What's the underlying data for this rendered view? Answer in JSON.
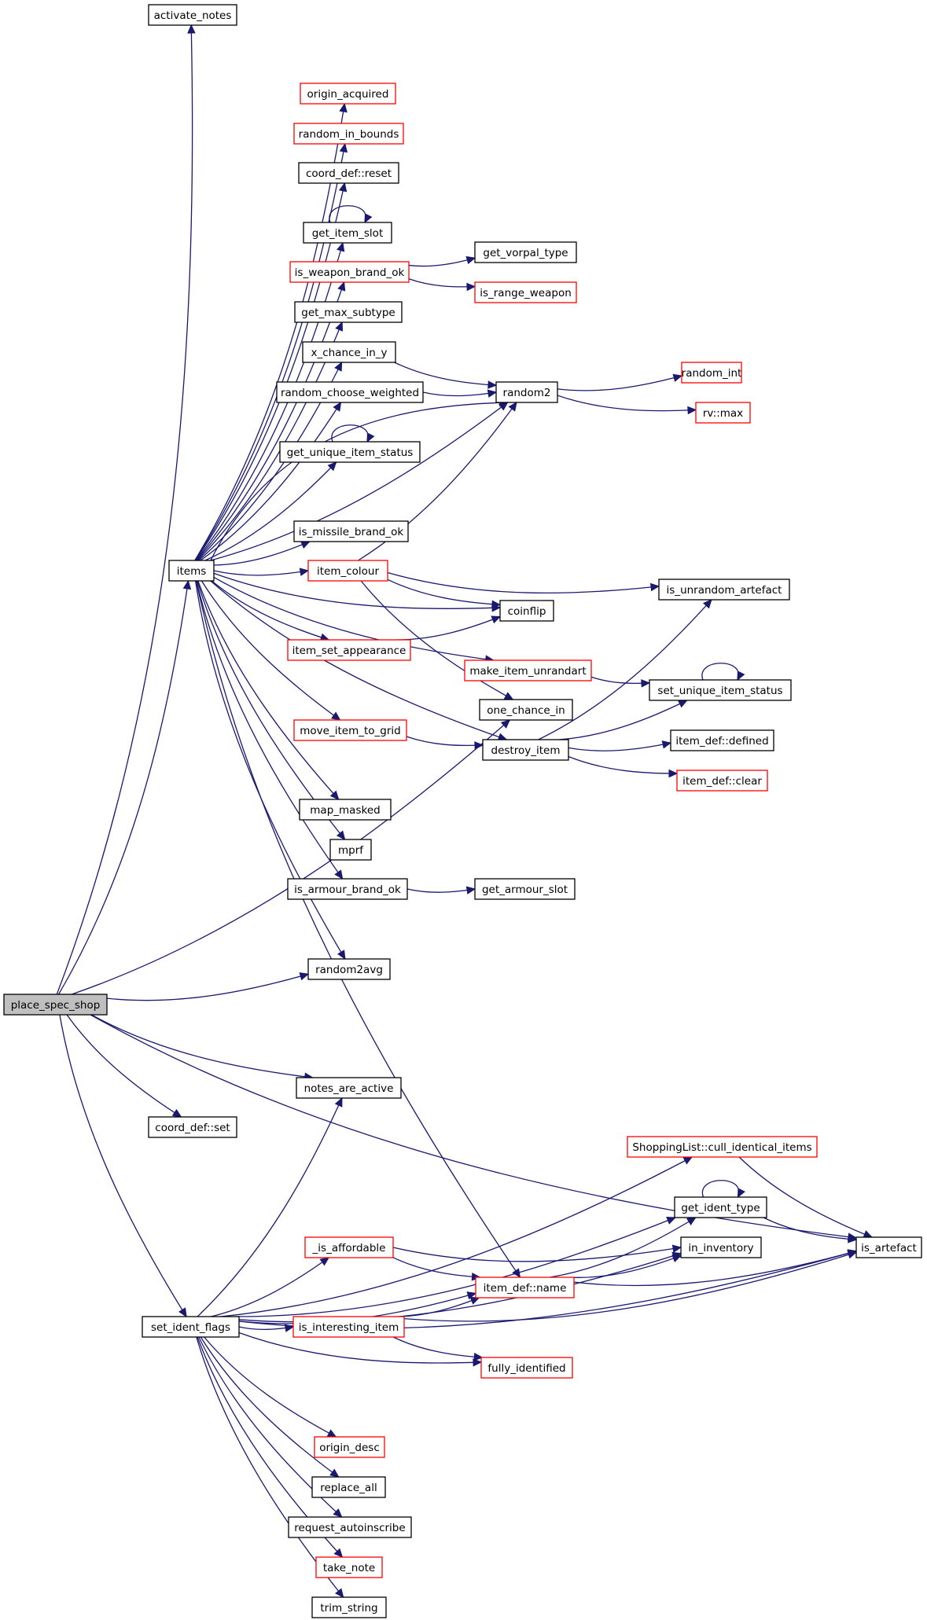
{
  "graph": {
    "root": "place_spec_shop",
    "colors": {
      "root_fill": "#bfbfbf",
      "node_fill": "#ffffff",
      "documented_border": "#000000",
      "undocumented_border": "#ff0000",
      "edge": "#191970"
    },
    "nodes": [
      {
        "id": "place_spec_shop",
        "label": "place_spec_shop",
        "border": "black",
        "fill": "root"
      },
      {
        "id": "activate_notes",
        "label": "activate_notes",
        "border": "black"
      },
      {
        "id": "origin_acquired",
        "label": "origin_acquired",
        "border": "red"
      },
      {
        "id": "random_in_bounds",
        "label": "random_in_bounds",
        "border": "red"
      },
      {
        "id": "coord_reset",
        "label": "coord_def::reset",
        "border": "black"
      },
      {
        "id": "get_item_slot",
        "label": "get_item_slot",
        "border": "black"
      },
      {
        "id": "is_weapon_brand_ok",
        "label": "is_weapon_brand_ok",
        "border": "red"
      },
      {
        "id": "get_vorpal_type",
        "label": "get_vorpal_type",
        "border": "black"
      },
      {
        "id": "is_range_weapon",
        "label": "is_range_weapon",
        "border": "red"
      },
      {
        "id": "get_max_subtype",
        "label": "get_max_subtype",
        "border": "black"
      },
      {
        "id": "x_chance_in_y",
        "label": "x_chance_in_y",
        "border": "black"
      },
      {
        "id": "random_choose_weighted",
        "label": "random_choose_weighted",
        "border": "black"
      },
      {
        "id": "random2",
        "label": "random2",
        "border": "black"
      },
      {
        "id": "random_int",
        "label": "random_int",
        "border": "red"
      },
      {
        "id": "rv_max",
        "label": "rv::max",
        "border": "red"
      },
      {
        "id": "get_unique_item_status",
        "label": "get_unique_item_status",
        "border": "black"
      },
      {
        "id": "is_missile_brand_ok",
        "label": "is_missile_brand_ok",
        "border": "black"
      },
      {
        "id": "items",
        "label": "items",
        "border": "black"
      },
      {
        "id": "item_colour",
        "label": "item_colour",
        "border": "red"
      },
      {
        "id": "is_unrandom_artefact",
        "label": "is_unrandom_artefact",
        "border": "black"
      },
      {
        "id": "coinflip",
        "label": "coinflip",
        "border": "black"
      },
      {
        "id": "item_set_appearance",
        "label": "item_set_appearance",
        "border": "red"
      },
      {
        "id": "make_item_unrandart",
        "label": "make_item_unrandart",
        "border": "red"
      },
      {
        "id": "set_unique_item_status",
        "label": "set_unique_item_status",
        "border": "black"
      },
      {
        "id": "one_chance_in",
        "label": "one_chance_in",
        "border": "black"
      },
      {
        "id": "move_item_to_grid",
        "label": "move_item_to_grid",
        "border": "red"
      },
      {
        "id": "destroy_item",
        "label": "destroy_item",
        "border": "black"
      },
      {
        "id": "item_def_defined",
        "label": "item_def::defined",
        "border": "black"
      },
      {
        "id": "item_def_clear",
        "label": "item_def::clear",
        "border": "red"
      },
      {
        "id": "map_masked",
        "label": "map_masked",
        "border": "black"
      },
      {
        "id": "mprf",
        "label": "mprf",
        "border": "black"
      },
      {
        "id": "is_armour_brand_ok",
        "label": "is_armour_brand_ok",
        "border": "black"
      },
      {
        "id": "get_armour_slot",
        "label": "get_armour_slot",
        "border": "black"
      },
      {
        "id": "random2avg",
        "label": "random2avg",
        "border": "black"
      },
      {
        "id": "notes_are_active",
        "label": "notes_are_active",
        "border": "black"
      },
      {
        "id": "coord_set",
        "label": "coord_def::set",
        "border": "black"
      },
      {
        "id": "cull_identical_items",
        "label": "ShoppingList::cull_identical_items",
        "border": "red"
      },
      {
        "id": "get_ident_type",
        "label": "get_ident_type",
        "border": "black"
      },
      {
        "id": "is_artefact",
        "label": "is_artefact",
        "border": "black"
      },
      {
        "id": "is_affordable",
        "label": "_is_affordable",
        "border": "red"
      },
      {
        "id": "in_inventory",
        "label": "in_inventory",
        "border": "black"
      },
      {
        "id": "item_def_name",
        "label": "item_def::name",
        "border": "red"
      },
      {
        "id": "set_ident_flags",
        "label": "set_ident_flags",
        "border": "black"
      },
      {
        "id": "is_interesting_item",
        "label": "is_interesting_item",
        "border": "red"
      },
      {
        "id": "fully_identified",
        "label": "fully_identified",
        "border": "red"
      },
      {
        "id": "origin_desc",
        "label": "origin_desc",
        "border": "red"
      },
      {
        "id": "replace_all",
        "label": "replace_all",
        "border": "black"
      },
      {
        "id": "request_autoinscribe",
        "label": "request_autoinscribe",
        "border": "black"
      },
      {
        "id": "take_note",
        "label": "take_note",
        "border": "red"
      },
      {
        "id": "trim_string",
        "label": "trim_string",
        "border": "black"
      }
    ],
    "edges": [
      [
        "place_spec_shop",
        "activate_notes"
      ],
      [
        "place_spec_shop",
        "items"
      ],
      [
        "place_spec_shop",
        "random2avg"
      ],
      [
        "place_spec_shop",
        "one_chance_in"
      ],
      [
        "place_spec_shop",
        "is_artefact"
      ],
      [
        "place_spec_shop",
        "notes_are_active"
      ],
      [
        "place_spec_shop",
        "coord_set"
      ],
      [
        "place_spec_shop",
        "set_ident_flags"
      ],
      [
        "items",
        "origin_acquired"
      ],
      [
        "items",
        "random_in_bounds"
      ],
      [
        "items",
        "coord_reset"
      ],
      [
        "items",
        "get_item_slot"
      ],
      [
        "items",
        "is_weapon_brand_ok"
      ],
      [
        "items",
        "get_max_subtype"
      ],
      [
        "items",
        "x_chance_in_y"
      ],
      [
        "items",
        "random_choose_weighted"
      ],
      [
        "items",
        "get_unique_item_status"
      ],
      [
        "items",
        "random2"
      ],
      [
        "items",
        "random2"
      ],
      [
        "items",
        "is_missile_brand_ok"
      ],
      [
        "items",
        "item_colour"
      ],
      [
        "items",
        "coinflip"
      ],
      [
        "items",
        "item_set_appearance"
      ],
      [
        "items",
        "make_item_unrandart"
      ],
      [
        "items",
        "move_item_to_grid"
      ],
      [
        "items",
        "destroy_item"
      ],
      [
        "items",
        "map_masked"
      ],
      [
        "items",
        "mprf"
      ],
      [
        "items",
        "is_armour_brand_ok"
      ],
      [
        "items",
        "random2avg"
      ],
      [
        "items",
        "item_def_name"
      ],
      [
        "get_item_slot",
        "get_item_slot"
      ],
      [
        "get_unique_item_status",
        "get_unique_item_status"
      ],
      [
        "is_weapon_brand_ok",
        "get_vorpal_type"
      ],
      [
        "is_weapon_brand_ok",
        "is_range_weapon"
      ],
      [
        "x_chance_in_y",
        "random2"
      ],
      [
        "random_choose_weighted",
        "random2"
      ],
      [
        "random2",
        "random_int"
      ],
      [
        "random2",
        "rv_max"
      ],
      [
        "item_colour",
        "random2"
      ],
      [
        "item_colour",
        "is_unrandom_artefact"
      ],
      [
        "item_colour",
        "coinflip"
      ],
      [
        "item_colour",
        "one_chance_in"
      ],
      [
        "item_set_appearance",
        "coinflip"
      ],
      [
        "make_item_unrandart",
        "set_unique_item_status"
      ],
      [
        "set_unique_item_status",
        "set_unique_item_status"
      ],
      [
        "move_item_to_grid",
        "destroy_item"
      ],
      [
        "destroy_item",
        "is_unrandom_artefact"
      ],
      [
        "destroy_item",
        "set_unique_item_status"
      ],
      [
        "destroy_item",
        "item_def_defined"
      ],
      [
        "destroy_item",
        "item_def_clear"
      ],
      [
        "is_armour_brand_ok",
        "get_armour_slot"
      ],
      [
        "set_ident_flags",
        "notes_are_active"
      ],
      [
        "set_ident_flags",
        "cull_identical_items"
      ],
      [
        "set_ident_flags",
        "get_ident_type"
      ],
      [
        "set_ident_flags",
        "in_inventory"
      ],
      [
        "set_ident_flags",
        "is_affordable"
      ],
      [
        "set_ident_flags",
        "item_def_name"
      ],
      [
        "set_ident_flags",
        "is_interesting_item"
      ],
      [
        "set_ident_flags",
        "fully_identified"
      ],
      [
        "set_ident_flags",
        "is_artefact"
      ],
      [
        "set_ident_flags",
        "origin_desc"
      ],
      [
        "set_ident_flags",
        "replace_all"
      ],
      [
        "set_ident_flags",
        "request_autoinscribe"
      ],
      [
        "set_ident_flags",
        "take_note"
      ],
      [
        "set_ident_flags",
        "trim_string"
      ],
      [
        "cull_identical_items",
        "is_artefact"
      ],
      [
        "get_ident_type",
        "get_ident_type"
      ],
      [
        "get_ident_type",
        "is_artefact"
      ],
      [
        "is_affordable",
        "in_inventory"
      ],
      [
        "is_affordable",
        "item_def_name"
      ],
      [
        "item_def_name",
        "get_ident_type"
      ],
      [
        "item_def_name",
        "in_inventory"
      ],
      [
        "item_def_name",
        "is_artefact"
      ],
      [
        "is_interesting_item",
        "item_def_name"
      ],
      [
        "is_interesting_item",
        "fully_identified"
      ],
      [
        "is_interesting_item",
        "is_artefact"
      ]
    ]
  }
}
